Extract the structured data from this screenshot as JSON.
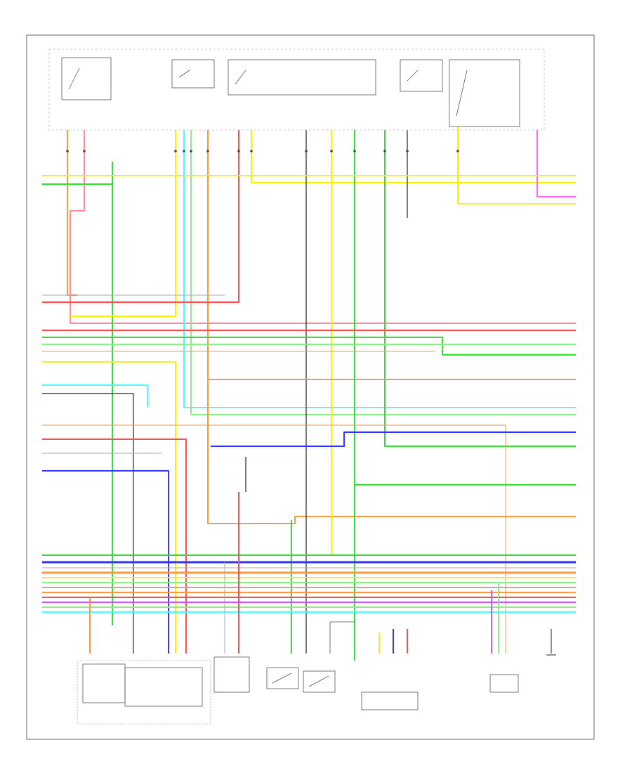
{
  "diagram": {
    "corner_code": "",
    "wire_colors": {
      "yellow": "#f2f20a",
      "orange": "#ff9640",
      "red": "#ff4d4d",
      "pink": "#ff8a9a",
      "green": "#33dd33",
      "lightgreen": "#88ee88",
      "cyan": "#44ffff",
      "blue": "#3333ff",
      "violet": "#cc55ff",
      "black": "#222222",
      "gray": "#aaaaaa",
      "magenta": "#ff66ff"
    },
    "components": [
      {
        "id": "fuse-box-a",
        "label": ""
      },
      {
        "id": "fuse-box-b",
        "label": ""
      },
      {
        "id": "fuse-box-c",
        "label": ""
      },
      {
        "id": "fuse-box-d",
        "label": ""
      },
      {
        "id": "control-module",
        "label": ""
      },
      {
        "id": "throttle-actuator",
        "label": ""
      },
      {
        "id": "pedal-sensor",
        "label": ""
      },
      {
        "id": "sensor-pair",
        "label": ""
      },
      {
        "id": "clutch-switch",
        "label": ""
      },
      {
        "id": "brake-switch",
        "label": ""
      },
      {
        "id": "transmission-sensor",
        "label": ""
      },
      {
        "id": "ground-point",
        "label": ""
      }
    ]
  }
}
